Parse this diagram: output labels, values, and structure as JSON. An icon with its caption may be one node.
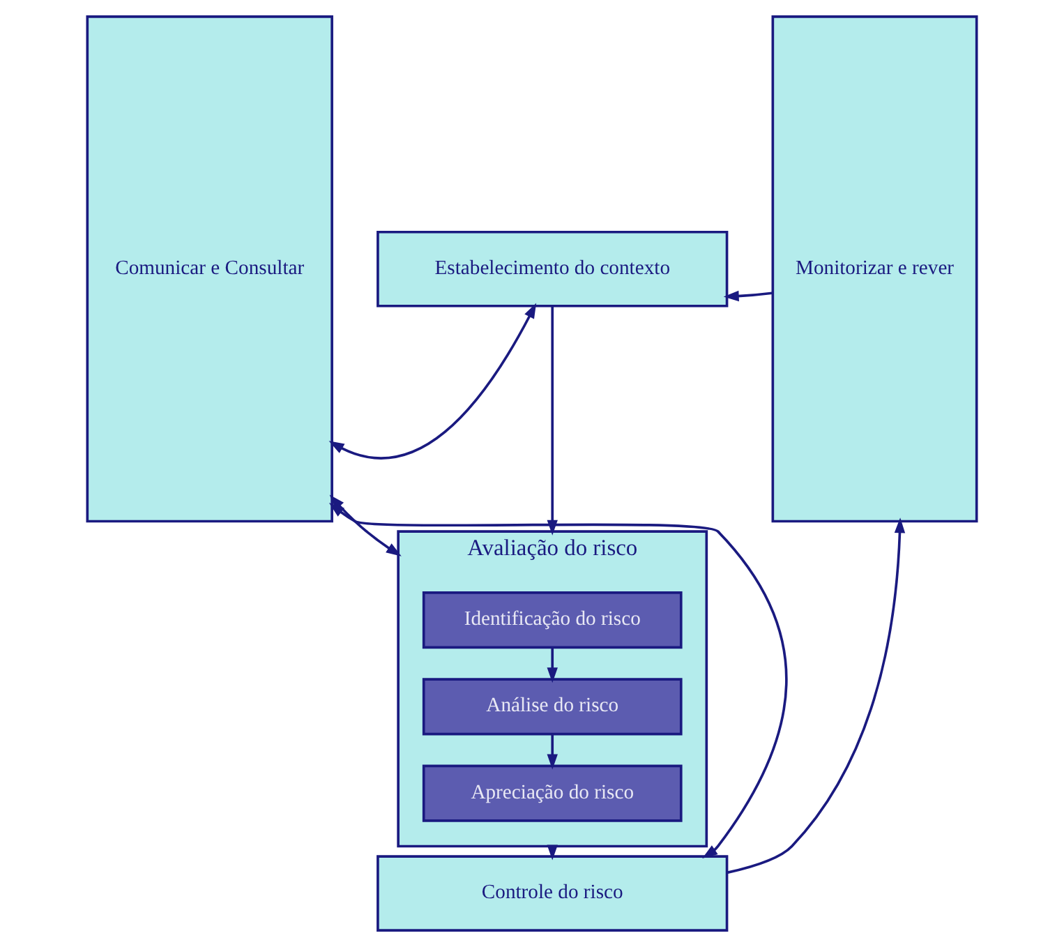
{
  "diagram": {
    "nodes": [
      {
        "text": [
          "Comunicar e Consultar"
        ]
      },
      {
        "text": [
          "Estabelecimento do contexto"
        ]
      },
      {
        "text": [
          "Avaliação do risco"
        ]
      },
      {
        "text": [
          "Identificação do risco"
        ],
        "in": 2
      },
      {
        "text": [
          "Análise do risco"
        ],
        "in": 2
      },
      {
        "text": [
          "Apreciação do risco"
        ],
        "in": 2
      },
      {
        "text": [
          "Controle do risco"
        ]
      },
      {
        "text": [
          "Monitorizar e rever"
        ]
      }
    ],
    "edges": [
      {
        "from": 0,
        "to": 1,
        "arrow": "both"
      },
      {
        "from": 0,
        "to": 2,
        "arrow": "both"
      },
      {
        "from": 0,
        "to": 6,
        "arrow": "both"
      },
      {
        "from": 1,
        "to": 2,
        "arrow": "to"
      },
      {
        "from": 3,
        "to": 4,
        "arrow": "to"
      },
      {
        "from": 4,
        "to": 5,
        "arrow": "to"
      },
      {
        "from": 2,
        "to": 6,
        "arrow": "to"
      },
      {
        "from": 6,
        "to": 7,
        "arrow": "to"
      },
      {
        "from": 7,
        "to": 1,
        "arrow": "to"
      }
    ]
  }
}
